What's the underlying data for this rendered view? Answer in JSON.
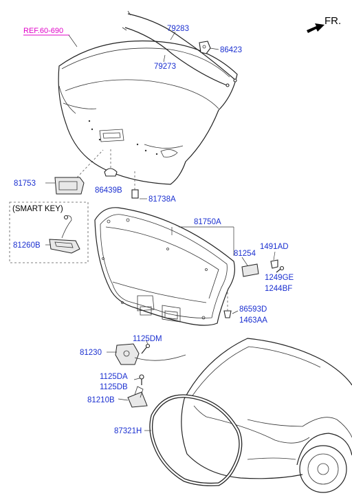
{
  "header": {
    "reference": "REF.60-690",
    "direction": "FR."
  },
  "box": {
    "title": "(SMART KEY)"
  },
  "parts": {
    "p79283": "79283",
    "p79273": "79273",
    "p86423": "86423",
    "p81753": "81753",
    "p86439B": "86439B",
    "p81738A": "81738A",
    "p81750A": "81750A",
    "p81260B": "81260B",
    "p81254": "81254",
    "p1491AD": "1491AD",
    "p1249GE": "1249GE",
    "p1244BF": "1244BF",
    "p86593D": "86593D",
    "p1463AA": "1463AA",
    "p1125DM": "1125DM",
    "p81230": "81230",
    "p1125DA": "1125DA",
    "p1125DB": "1125DB",
    "p81210B": "81210B",
    "p87321H": "87321H"
  },
  "colors": {
    "label": "#1a2fd0",
    "reference": "#e000c8",
    "line": "#222222"
  },
  "icons": {
    "direction_arrow": "arrow-forward-icon"
  }
}
